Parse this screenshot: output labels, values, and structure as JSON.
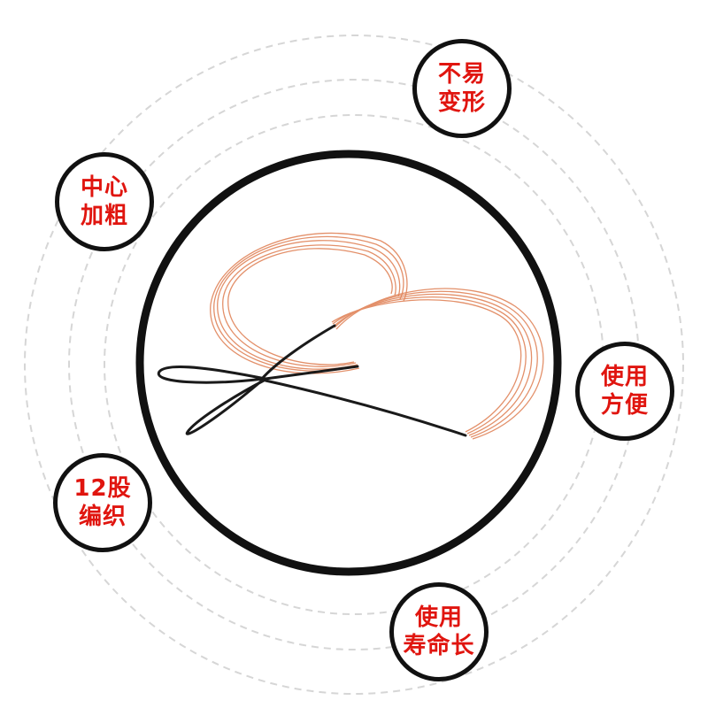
{
  "colors": {
    "badge_text": "#e0150f",
    "badge_border": "#111111",
    "main_ring": "#111111",
    "dashed_rings": "#d6d6d6",
    "copper_strand": "#e0845a",
    "black_serving": "#1a1a1a"
  },
  "product": {
    "subject": "bow-string",
    "main_ring_icon": "ring-frame"
  },
  "features": [
    {
      "line1": "不易",
      "line2": "变形"
    },
    {
      "line1": "中心",
      "line2": "加粗"
    },
    {
      "line1": "使用",
      "line2": "方便"
    },
    {
      "line1": "12股",
      "line2": "编织"
    },
    {
      "line1": "使用",
      "line2": "寿命长"
    }
  ]
}
